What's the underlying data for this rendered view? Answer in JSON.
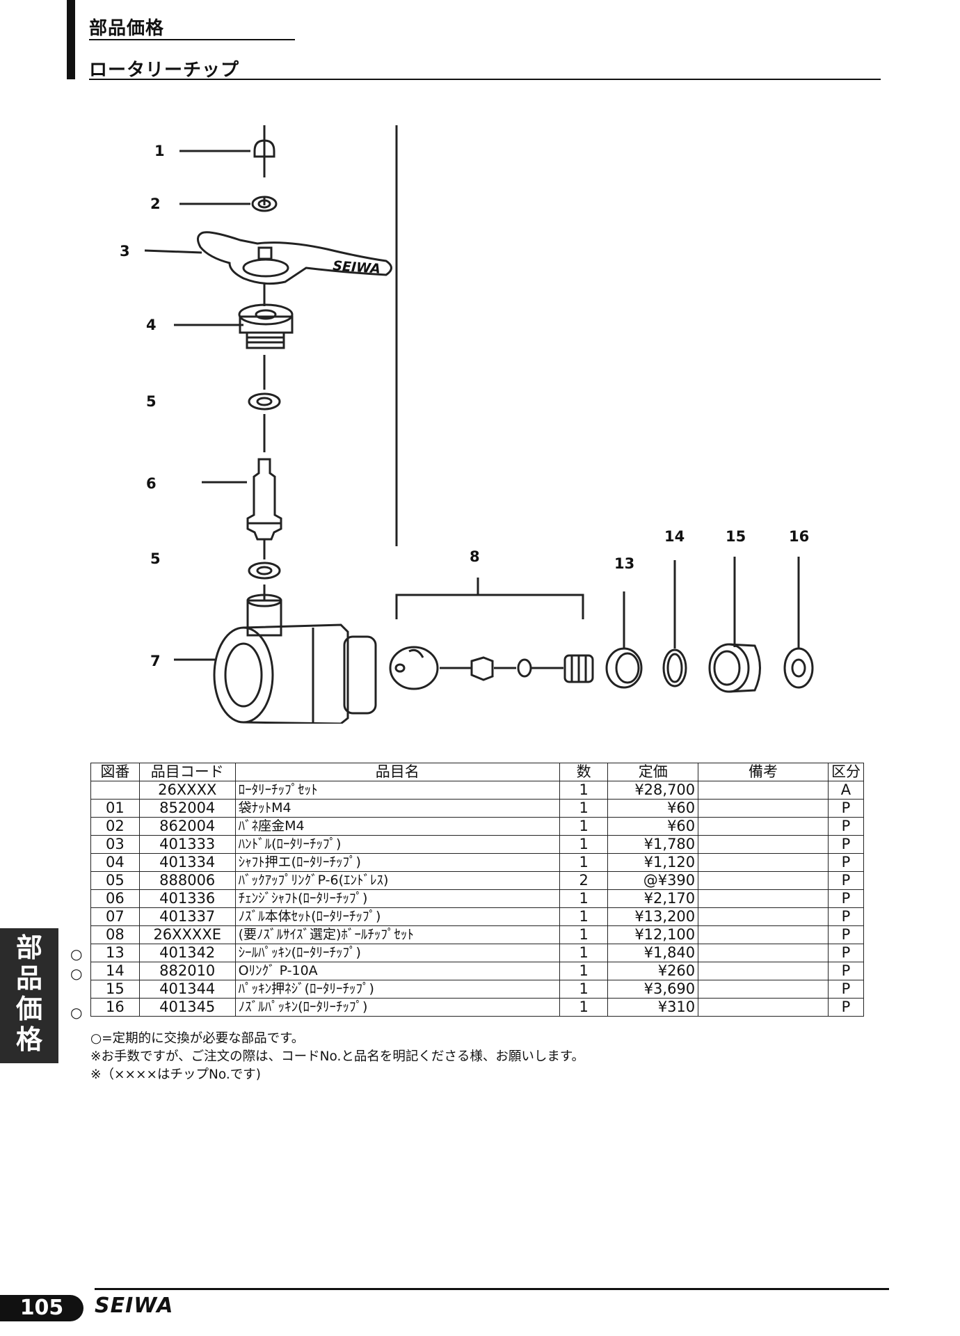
{
  "header": {
    "section": "部品価格",
    "title": "ロータリーチップ"
  },
  "brand": "SEIWA",
  "diagram": {
    "callouts": [
      "1",
      "2",
      "3",
      "4",
      "5",
      "6",
      "5",
      "7",
      "8",
      "13",
      "14",
      "15",
      "16"
    ],
    "handle_logo": "SEIWA"
  },
  "table": {
    "headers": [
      "図番",
      "品目コード",
      "品目名",
      "数",
      "定価",
      "備考",
      "区分"
    ],
    "rows": [
      {
        "no": "",
        "code": "26XXXX",
        "name": "ﾛｰﾀﾘｰﾁｯﾌﾟｾｯﾄ",
        "qty": "1",
        "price": "¥28,700",
        "note": "",
        "cls": "A"
      },
      {
        "no": "01",
        "code": "852004",
        "name": "袋ﾅｯﾄM4",
        "qty": "1",
        "price": "¥60",
        "note": "",
        "cls": "P"
      },
      {
        "no": "02",
        "code": "862004",
        "name": "ﾊﾞﾈ座金M4",
        "qty": "1",
        "price": "¥60",
        "note": "",
        "cls": "P"
      },
      {
        "no": "03",
        "code": "401333",
        "name": "ﾊﾝﾄﾞﾙ(ﾛｰﾀﾘｰﾁｯﾌﾟ)",
        "qty": "1",
        "price": "¥1,780",
        "note": "",
        "cls": "P"
      },
      {
        "no": "04",
        "code": "401334",
        "name": "ｼｬﾌﾄ押エ(ﾛｰﾀﾘｰﾁｯﾌﾟ)",
        "qty": "1",
        "price": "¥1,120",
        "note": "",
        "cls": "P"
      },
      {
        "no": "05",
        "code": "888006",
        "name": "ﾊﾞｯｸｱｯﾌﾟﾘﾝｸﾞP-6(ｴﾝﾄﾞﾚｽ)",
        "qty": "2",
        "price": "@¥390",
        "note": "",
        "cls": "P"
      },
      {
        "no": "06",
        "code": "401336",
        "name": "ﾁｪﾝｼﾞｼｬﾌﾄ(ﾛｰﾀﾘｰﾁｯﾌﾟ)",
        "qty": "1",
        "price": "¥2,170",
        "note": "",
        "cls": "P"
      },
      {
        "no": "07",
        "code": "401337",
        "name": "ﾉｽﾞﾙ本体ｾｯﾄ(ﾛｰﾀﾘｰﾁｯﾌﾟ)",
        "qty": "1",
        "price": "¥13,200",
        "note": "",
        "cls": "P"
      },
      {
        "no": "08",
        "code": "26XXXXE",
        "name": "(要ﾉｽﾞﾙｻｲｽﾞ選定)ﾎﾞｰﾙﾁｯﾌﾟｾｯﾄ",
        "qty": "1",
        "price": "¥12,100",
        "note": "",
        "cls": "P"
      },
      {
        "no": "13",
        "code": "401342",
        "name": "ｼｰﾙﾊﾟｯｷﾝ(ﾛｰﾀﾘｰﾁｯﾌﾟ)",
        "qty": "1",
        "price": "¥1,840",
        "note": "",
        "cls": "P"
      },
      {
        "no": "14",
        "code": "882010",
        "name": "Oﾘﾝｸﾞ P-10A",
        "qty": "1",
        "price": "¥260",
        "note": "",
        "cls": "P"
      },
      {
        "no": "15",
        "code": "401344",
        "name": "ﾊﾟｯｷﾝ押ﾈｼﾞ(ﾛｰﾀﾘｰﾁｯﾌﾟ)",
        "qty": "1",
        "price": "¥3,690",
        "note": "",
        "cls": "P"
      },
      {
        "no": "16",
        "code": "401345",
        "name": "ﾉｽﾞﾙﾊﾟｯｷﾝ(ﾛｰﾀﾘｰﾁｯﾌﾟ)",
        "qty": "1",
        "price": "¥310",
        "note": "",
        "cls": "P"
      }
    ],
    "marker_symbol": "○"
  },
  "notes": [
    "○=定期的に交換が必要な部品です。",
    "※お手数ですが、ご注文の際は、コードNo.と品名を明記くださる様、お願いします。",
    "※（××××はチップNo.です)"
  ],
  "side_tab": [
    "部",
    "品",
    "価",
    "格"
  ],
  "footer": {
    "page_number": "105",
    "brand": "SEIWA"
  }
}
